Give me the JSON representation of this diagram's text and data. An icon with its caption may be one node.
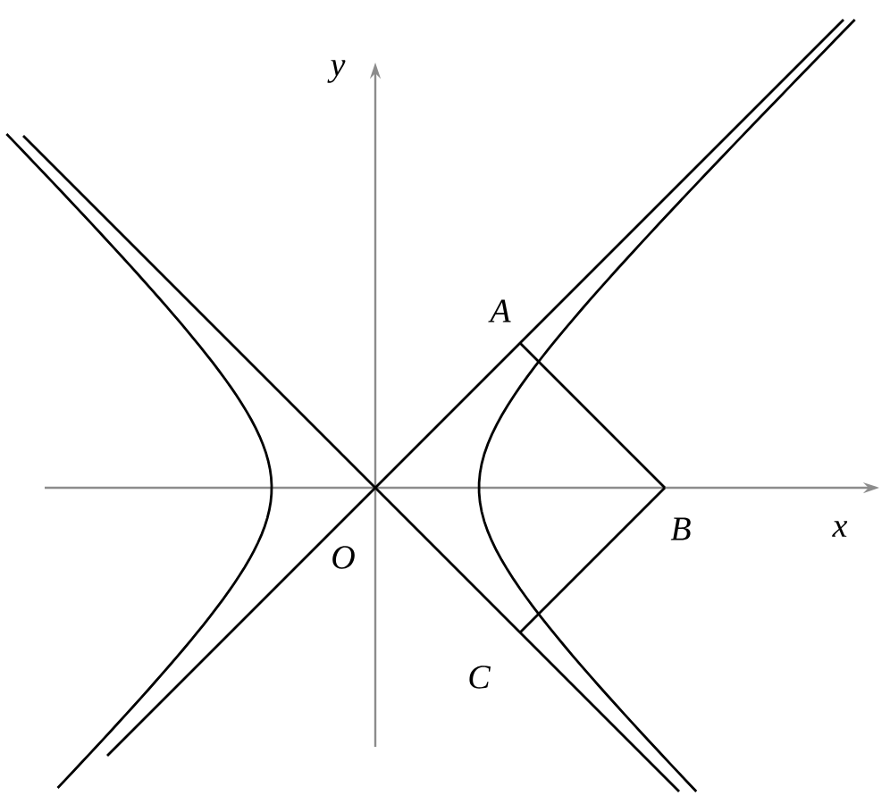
{
  "diagram": {
    "labels": [
      "y",
      "x",
      "O",
      "A",
      "B",
      "C"
    ]
  }
}
